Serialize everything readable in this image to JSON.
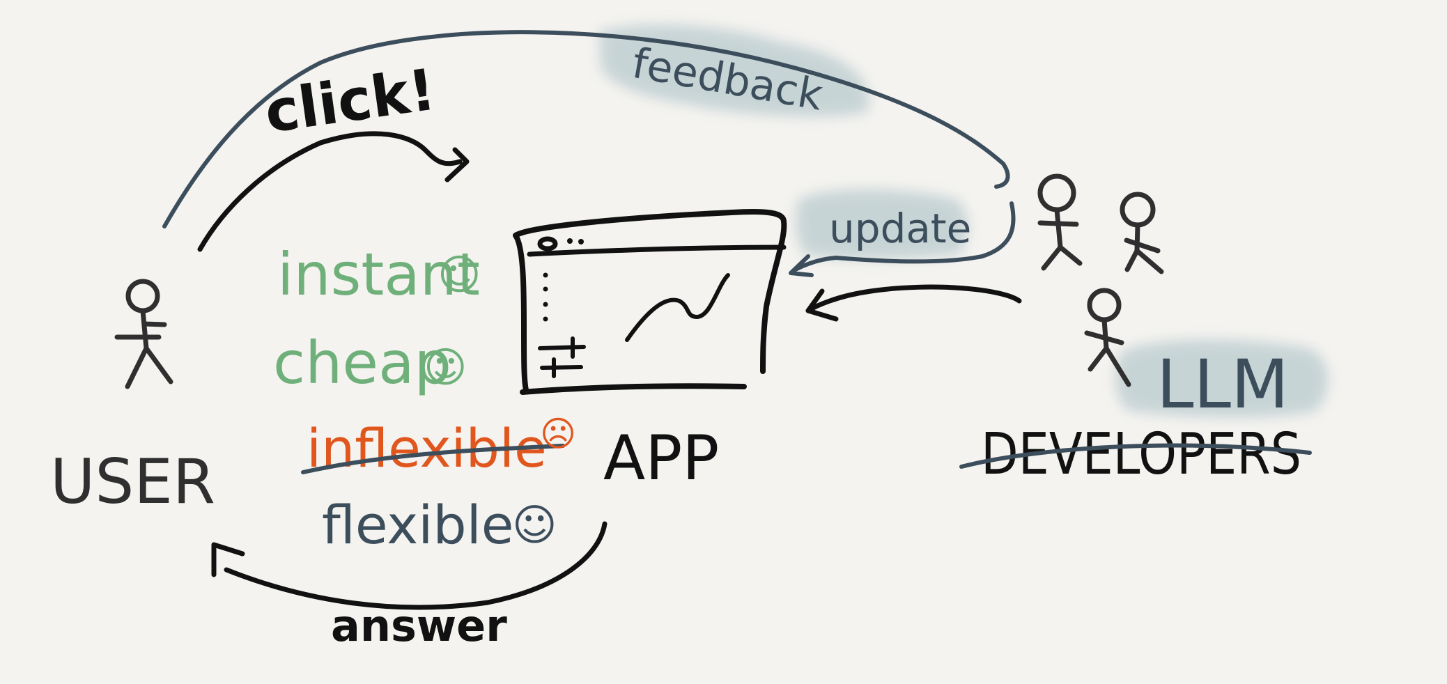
{
  "colors": {
    "background": "#f4f3f0",
    "ink_black": "#111111",
    "ink_slate": "#3c4d5c",
    "ink_green": "#6fb07a",
    "ink_orange": "#e0561d",
    "highlight": "#b9cacd"
  },
  "labels": {
    "click": "click!",
    "feedback": "feedback",
    "update": "update",
    "instant": "instant",
    "cheap": "cheap",
    "inflexible": "inflexible",
    "flexible": "flexible",
    "app": "APP",
    "user": "USER",
    "answer": "answer",
    "llm": "LLM",
    "developers": "DEVELOPERS"
  },
  "faces": {
    "happy": "☺",
    "sad": "☹"
  },
  "icons": {
    "app_window": "app-window-icon",
    "user_figure": "stick-figure-icon",
    "developer_figure": "stick-figure-icon"
  }
}
